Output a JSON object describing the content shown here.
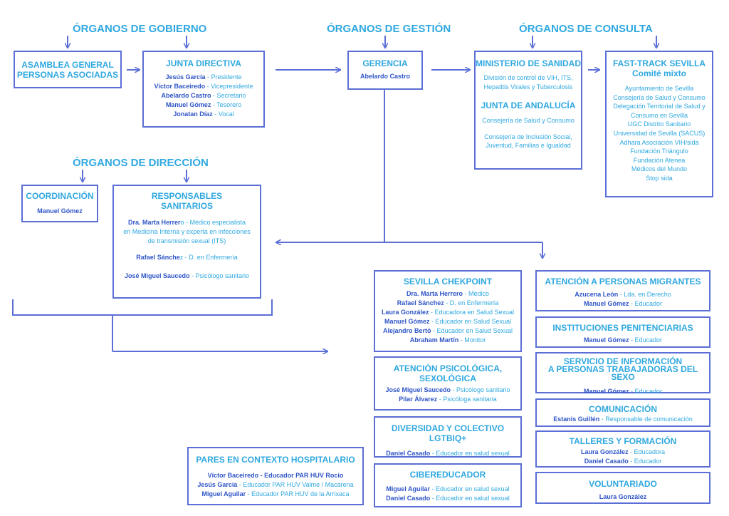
{
  "sections": {
    "gobierno": "ÓRGANOS DE GOBIERNO",
    "gestion": "ÓRGANOS DE GESTIÓN",
    "consulta": "ÓRGANOS DE CONSULTA",
    "direccion": "ÓRGANOS DE DIRECCIÓN"
  },
  "asamblea": {
    "line1": "ASAMBLEA GENERAL",
    "line2": "PERSONAS ASOCIADAS"
  },
  "junta": {
    "title": "JUNTA DIRECTIVA",
    "members": [
      {
        "name": "Jesús García",
        "role": " - Presidente"
      },
      {
        "name": "Víctor Baceiredo",
        "role": " - Vicepresidente"
      },
      {
        "name": "Abelardo Castro",
        "role": " - Secretario"
      },
      {
        "name": "Manuel Gómez",
        "role": " - Tesorero"
      },
      {
        "name": "Jonatan Díaz",
        "role": " - Vocal"
      }
    ]
  },
  "gerencia": {
    "title": "GERENCIA",
    "name": "Abelardo Castro"
  },
  "ministerio": {
    "title": "MINISTERIO DE SANIDAD",
    "line1": "División de control de VIH, ITS,",
    "line2": "Hepatitis Virales y Tuberculosis",
    "junta_title": "JUNTA DE ANDALUCÍA",
    "c1": "Consejería de Salud y Consumo",
    "c2a": "Consejería de Inclusión Social,",
    "c2b": "Juventud, Familias e Igualdad"
  },
  "fasttrack": {
    "title1": "FAST-TRACK SEVILLA",
    "title2": "Comité mixto",
    "items": [
      "Ayuntamiento de Sevilla",
      "Consejería de Salud y Consumo",
      "Delegación Territorial de Salud y",
      "Consumo en Sevilla",
      "UGC Distrito Sanitario",
      "Universidad de Sevilla (SACUS)",
      "Adhara Asociación VIH/sida",
      "Fundación Triángulo",
      "Fundación Atenea",
      "Médicos del Mundo",
      "Stop sida"
    ]
  },
  "coordinacion": {
    "title": "COORDINACIÓN",
    "name": "Manuel Gómez"
  },
  "responsables": {
    "title1": "RESPONSABLES",
    "title2": "SANITARIOS",
    "p1_name": "Dra. Marta Herrer",
    "p1_rest": "o - Médico especialista",
    "p1_l2": "en  Medicina Interna y experta en infecciones",
    "p1_l3": "de transmisión sexual (ITS)",
    "p2_name": "Rafael Sánche",
    "p2_rest": "z - D. en Enfermería",
    "p3_name": "José Miguel Saucedo",
    "p3_rest": " - Psicólogo sanitario"
  },
  "checkpoint": {
    "title": "SEVILLA CHEKPOINT",
    "members": [
      {
        "name": "Dra. Marta Herrero",
        "role": " - Médico"
      },
      {
        "name": "Rafael Sánchez",
        "role": " - D. en Enfermería"
      },
      {
        "name": "Laura  González",
        "role": " - Educadora en Salud Sexual"
      },
      {
        "name": "Manuel Gómez",
        "role": " - Educador en Salud Sexual"
      },
      {
        "name": "Alejandro Bertó",
        "role": " - Educador en Salud Sexual"
      },
      {
        "name": "Abraham Martín",
        "role": " - Monitor"
      }
    ]
  },
  "psico": {
    "title1": "ATENCIÓN PSICOLÓGICA,",
    "title2": "SEXOLÓGICA",
    "members": [
      {
        "name": "José Miguel Saucedo",
        "role": " - Psicólogo sanitario"
      },
      {
        "name": "Pilar Álvarez",
        "role": " - Psicóloga sanitaria"
      }
    ]
  },
  "diversidad": {
    "title": "DIVERSIDAD Y COLECTIVO LGTBIQ+",
    "members": [
      {
        "name": "Daniel Casado",
        "role": " - Educador en salud sexual"
      }
    ]
  },
  "cibereducador": {
    "title": "CIBEREDUCADOR",
    "members": [
      {
        "name": "Miguel Aguilar",
        "role": " - Educador en salud sexual"
      },
      {
        "name": "Daniel Casado",
        "role": " - Educador en salud sexual"
      }
    ]
  },
  "pares": {
    "title": "PARES EN CONTEXTO HOSPITALARIO",
    "m1_name": "Víctor Baceiredo - Educador PAR HUV Rocío",
    "members": [
      {
        "name": "Jesús García",
        "role": " - Educador PAR HUV Valme / Macarena"
      },
      {
        "name": "Miguel Aguilar",
        "role": " - Educador PAR HUV de la Arrixaca"
      }
    ]
  },
  "migrantes": {
    "title": "ATENCIÓN A PERSONAS MIGRANTES",
    "members": [
      {
        "name": "Azucena León",
        "role": " - Lda. en Derecho"
      },
      {
        "name": "Manuel Gómez",
        "role": " - Educador"
      }
    ]
  },
  "penitenciarias": {
    "title": "INSTITUCIONES PENITENCIARIAS",
    "members": [
      {
        "name": "Manuel Gómez",
        "role": " - Educador"
      }
    ]
  },
  "trabajadoras": {
    "title1": "SERVICIO DE INFORMACIÓN",
    "title2": "A PERSONAS TRABAJADORAS DEL SEXO",
    "members": [
      {
        "name": "Manuel Gómez",
        "role": " - Educador"
      }
    ]
  },
  "comunicacion": {
    "title": "COMUNICACIÓN",
    "members": [
      {
        "name": "Estanis Guillén",
        "role": "  - Responsable de comunicación"
      }
    ]
  },
  "talleres": {
    "title": "TALLERES Y  FORMACIÓN",
    "members": [
      {
        "name": "Laura González",
        "role": " - Educadora"
      },
      {
        "name": "Daniel Casado",
        "role": " - Educador"
      }
    ]
  },
  "voluntariado": {
    "title": "VOLUNTARIADO",
    "name": "Laura González"
  }
}
